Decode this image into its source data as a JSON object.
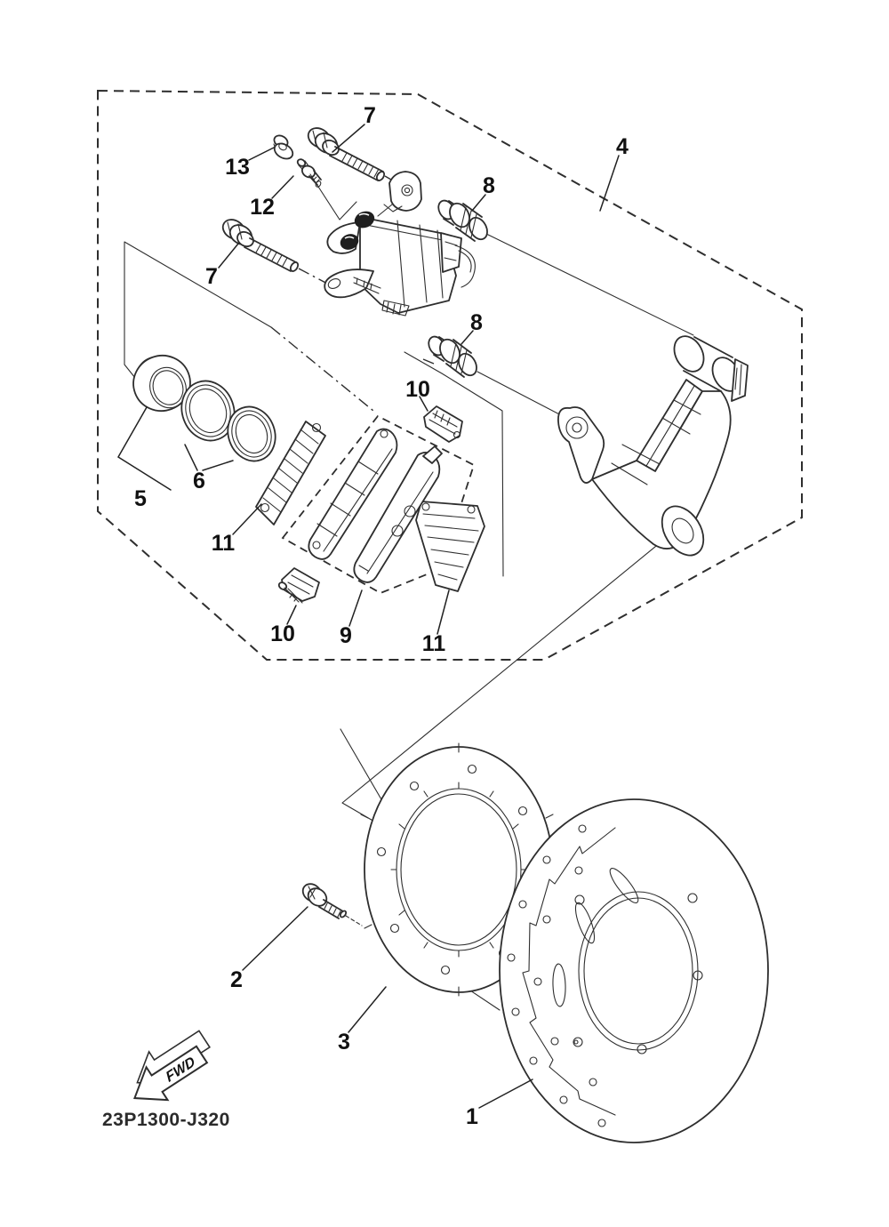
{
  "page": {
    "background": "#ffffff",
    "line_color": "#2e2e2e",
    "label_color": "#111111"
  },
  "callouts": {
    "c1": {
      "label": "1"
    },
    "c2": {
      "label": "2"
    },
    "c3": {
      "label": "3"
    },
    "c4": {
      "label": "4"
    },
    "c5": {
      "label": "5"
    },
    "c6": {
      "label": "6"
    },
    "c7a": {
      "label": "7"
    },
    "c7b": {
      "label": "7"
    },
    "c8a": {
      "label": "8"
    },
    "c8b": {
      "label": "8"
    },
    "c9": {
      "label": "9"
    },
    "c10a": {
      "label": "10"
    },
    "c10b": {
      "label": "10"
    },
    "c11a": {
      "label": "11"
    },
    "c11b": {
      "label": "11"
    },
    "c12": {
      "label": "12"
    },
    "c13": {
      "label": "13"
    }
  },
  "footer": {
    "part_code": "23P1300-J320",
    "fwd_label": "FWD"
  }
}
